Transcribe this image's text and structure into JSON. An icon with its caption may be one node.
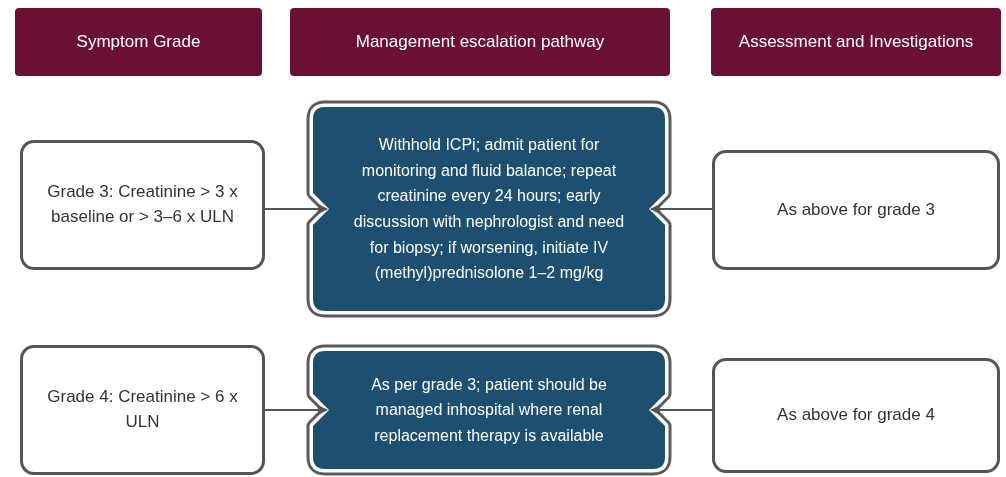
{
  "diagram": {
    "nodes": [
      {
        "text": [
          "Symptom Grade"
        ]
      },
      {
        "text": [
          "Management escalation pathway"
        ]
      },
      {
        "text": [
          "Assessment and Investigations"
        ]
      },
      {
        "text": [
          "Grade 3: Creatinine > 3 x baseline or > 3–6 x ULN"
        ]
      },
      {
        "text": [
          "Withhold ICPi; admit patient for monitoring and fluid balance; repeat creatinine every 24 hours; early discussion with nephrologist and need for biopsy; if worsening, initiate IV (methyl)prednisolone 1–2 mg/kg"
        ]
      },
      {
        "text": [
          "As above for grade 3"
        ]
      },
      {
        "text": [
          "Grade 4: Creatinine > 6 x ULN"
        ]
      },
      {
        "text": [
          "As per grade 3; patient should be managed inhospital where renal replacement therapy is available"
        ]
      },
      {
        "text": [
          "As above for grade 4"
        ]
      }
    ],
    "edges": [
      {
        "from": 3,
        "to": 4,
        "arrow": "to"
      },
      {
        "from": 5,
        "to": 4,
        "arrow": "to"
      },
      {
        "from": 6,
        "to": 7,
        "arrow": "to"
      },
      {
        "from": 8,
        "to": 7,
        "arrow": "to"
      }
    ]
  }
}
